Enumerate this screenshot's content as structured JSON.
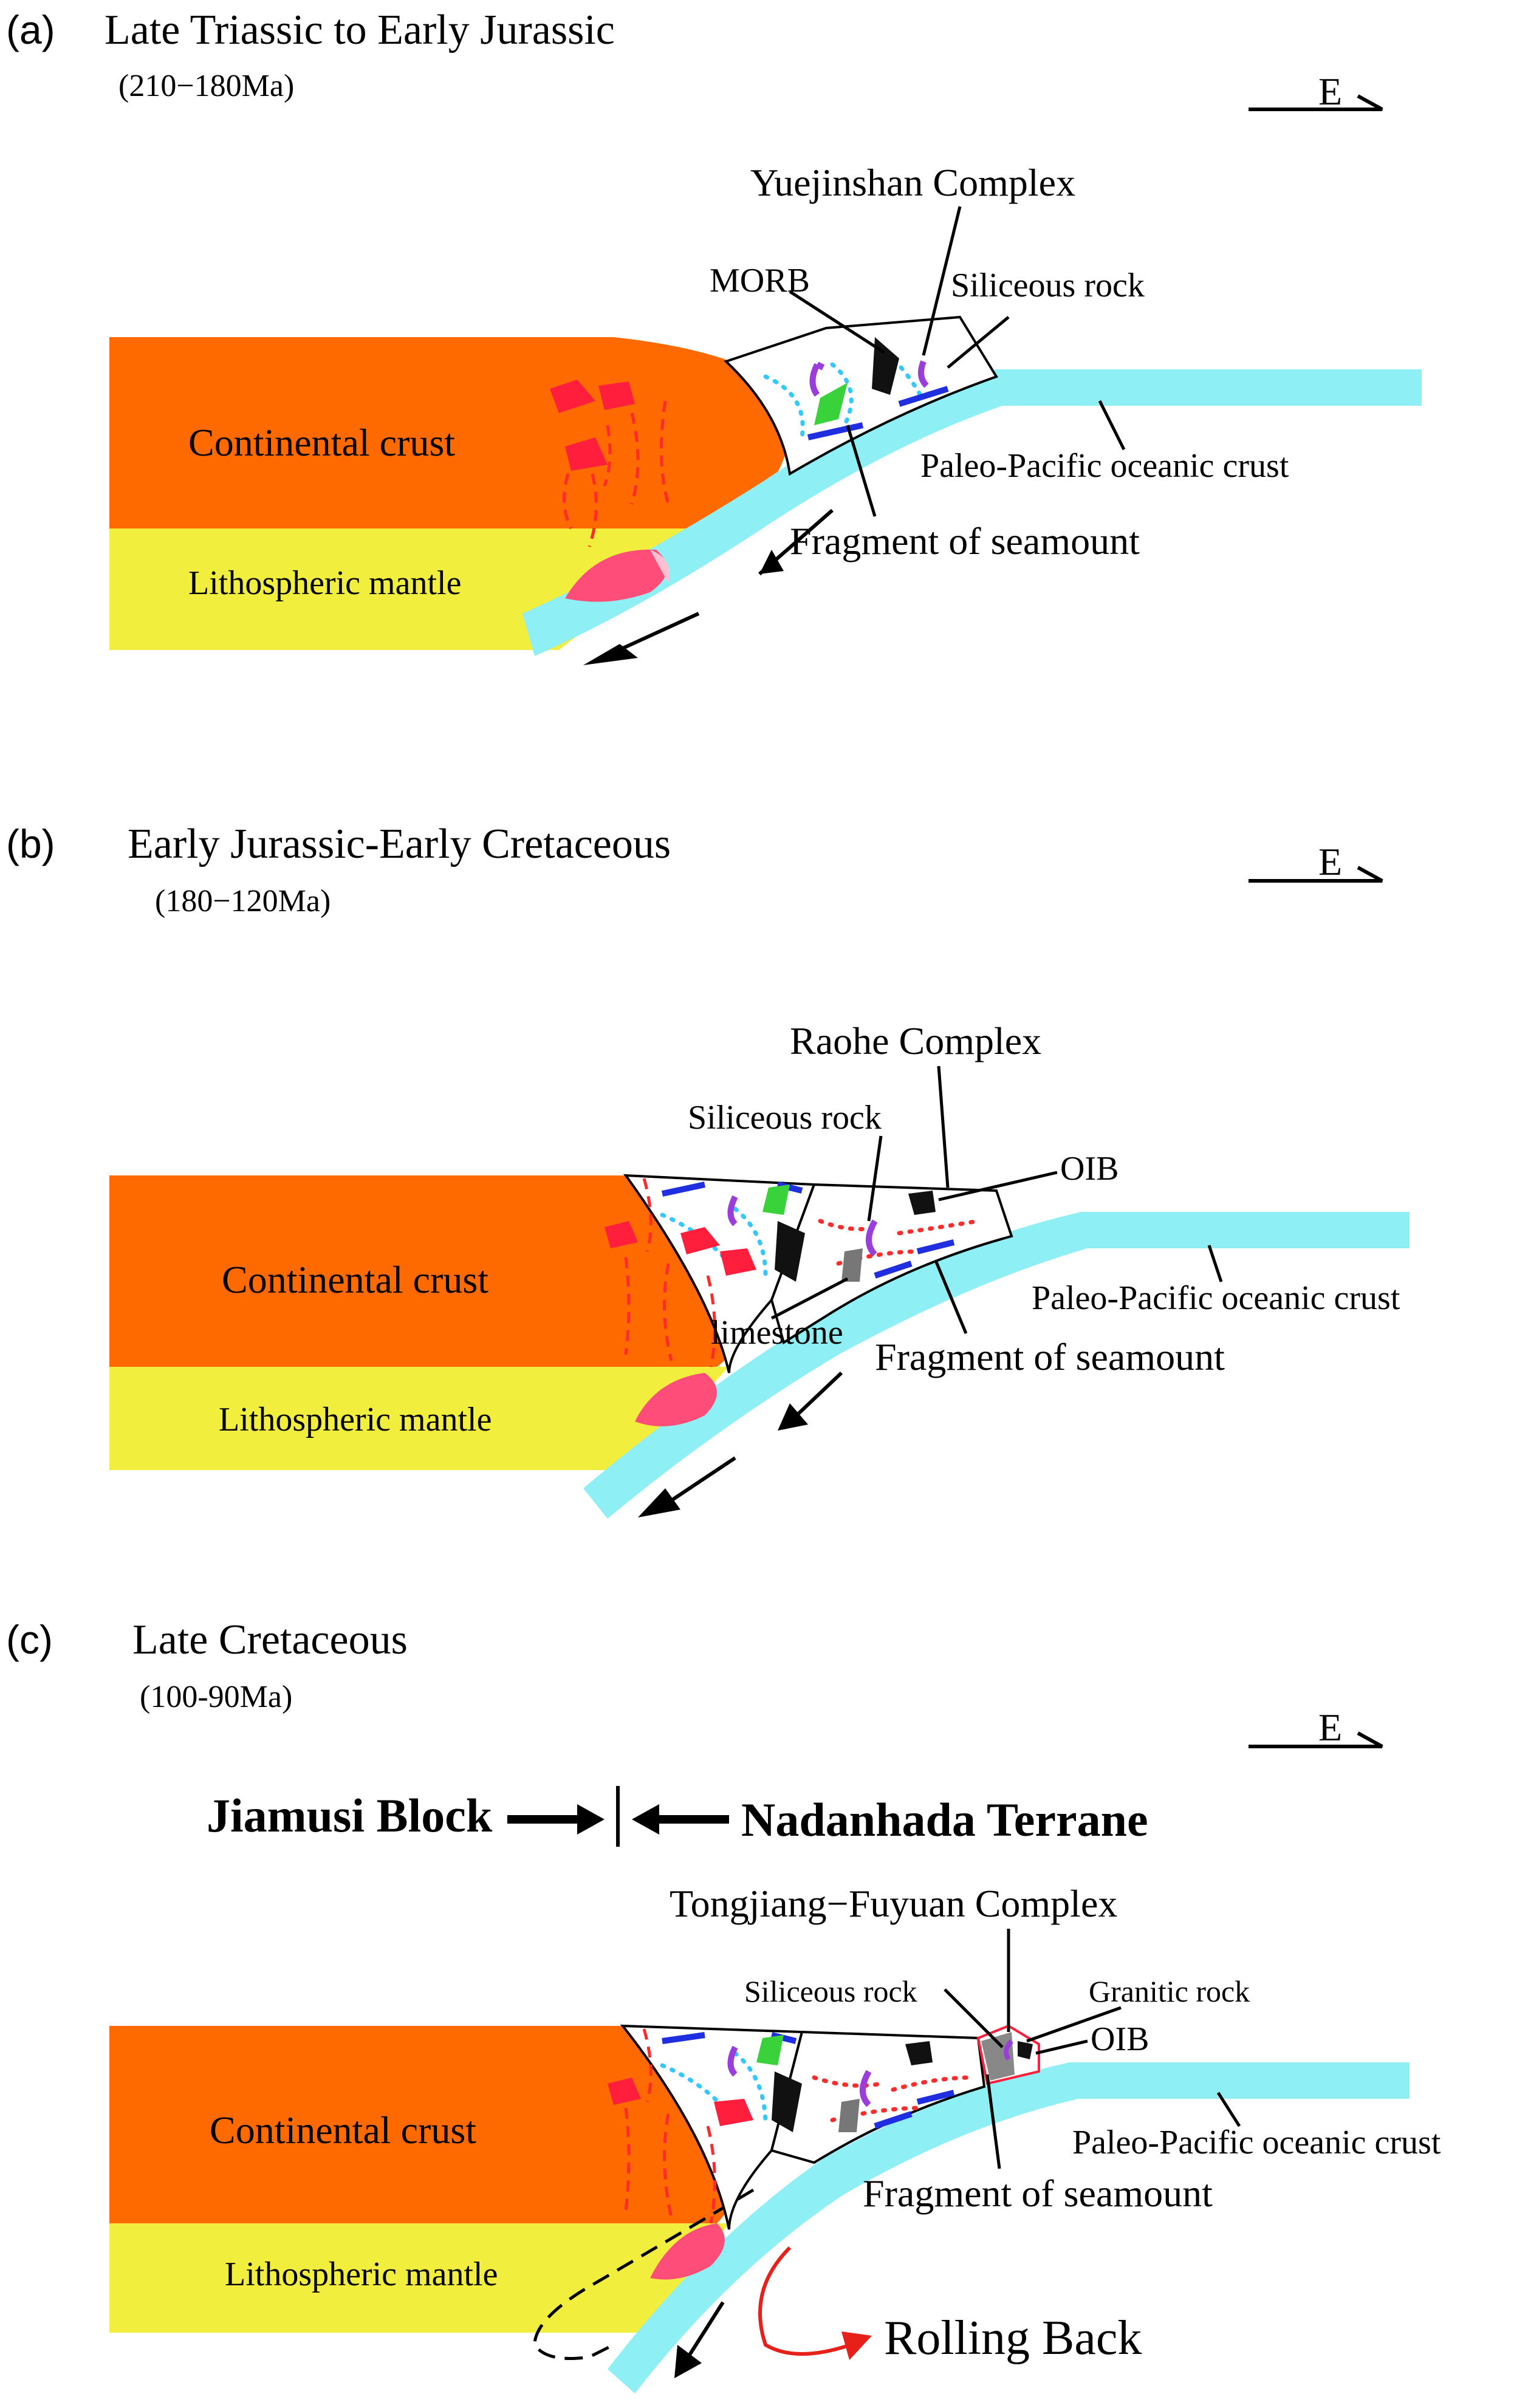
{
  "panels": [
    {
      "letter": "(a)",
      "title": "Late Triassic to Early Jurassic",
      "age": "(210−180Ma)",
      "compass": "E",
      "labels": {
        "continental_crust": "Continental crust",
        "lithospheric_mantle": "Lithospheric mantle",
        "complex": "Yuejinshan Complex",
        "morb": "MORB",
        "siliceous_rock": "Siliceous rock",
        "oceanic_crust": "Paleo-Pacific oceanic crust",
        "seamount": "Fragment of seamount"
      }
    },
    {
      "letter": "(b)",
      "title": "Early Jurassic-Early Cretaceous",
      "age": "(180−120Ma)",
      "compass": "E",
      "labels": {
        "continental_crust": "Continental crust",
        "lithospheric_mantle": "Lithospheric mantle",
        "complex": "Raohe Complex",
        "siliceous_rock": "Siliceous rock",
        "oib": "OIB",
        "oceanic_crust": "Paleo-Pacific oceanic crust",
        "limestone": "limestone",
        "seamount": "Fragment of seamount"
      }
    },
    {
      "letter": "(c)",
      "title": "Late Cretaceous",
      "age": "(100-90Ma)",
      "compass": "E",
      "labels": {
        "continental_crust": "Continental crust",
        "lithospheric_mantle": "Lithospheric mantle",
        "block_left": "Jiamusi Block",
        "block_right": "Nadanhada Terrane",
        "complex": "Tongjiang−Fuyuan Complex",
        "siliceous_rock": "Siliceous rock",
        "granitic_rock": "Granitic rock",
        "oib": "OIB",
        "oceanic_crust": "Paleo-Pacific oceanic crust",
        "seamount": "Fragment of seamount",
        "rolling_back": "Rolling Back"
      }
    }
  ],
  "colors": {
    "continental_crust": "#ff6a00",
    "lithospheric_mantle": "#f2ee3e",
    "oceanic_crust": "#8ef0f5",
    "melt": "#ff1f3c",
    "morb": "#111111",
    "siliceous": "#9b3ddb",
    "chert": "#1f2fe0",
    "basalt_green": "#39d23a",
    "rolling_arrow": "#e8201a"
  }
}
